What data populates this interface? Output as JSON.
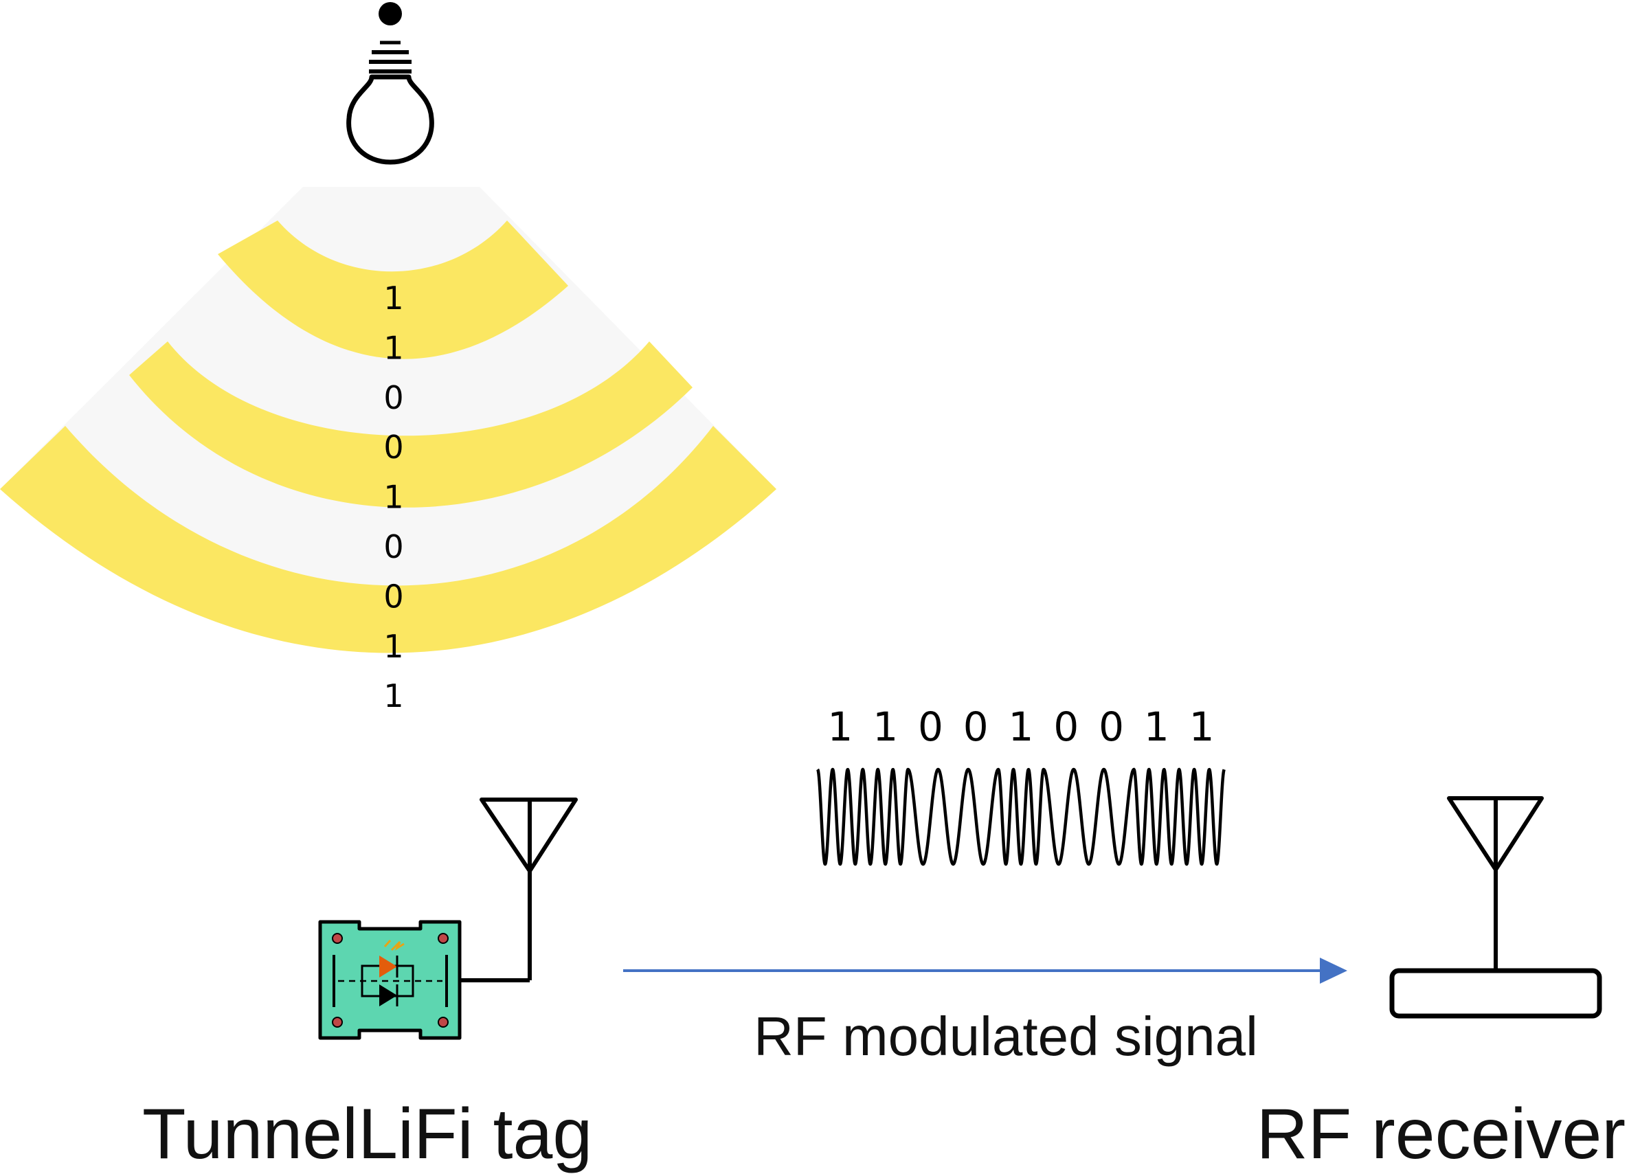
{
  "light": {
    "bits": [
      "1",
      "1",
      "0",
      "0",
      "1",
      "0",
      "0",
      "1",
      "1"
    ]
  },
  "signal": {
    "bits": [
      "1",
      "1",
      "0",
      "0",
      "1",
      "0",
      "0",
      "1",
      "1"
    ],
    "arrow_label": "RF modulated signal"
  },
  "tag": {
    "label": "TunnelLiFi tag"
  },
  "receiver": {
    "label": "RF receiver"
  },
  "colors": {
    "light_band": "#fbe762",
    "light_gap": "#f7f7f7",
    "board": "#5dd6b0",
    "arrow": "#4472c4",
    "led": "#e35d0c",
    "led_rays": "#e7a415"
  }
}
